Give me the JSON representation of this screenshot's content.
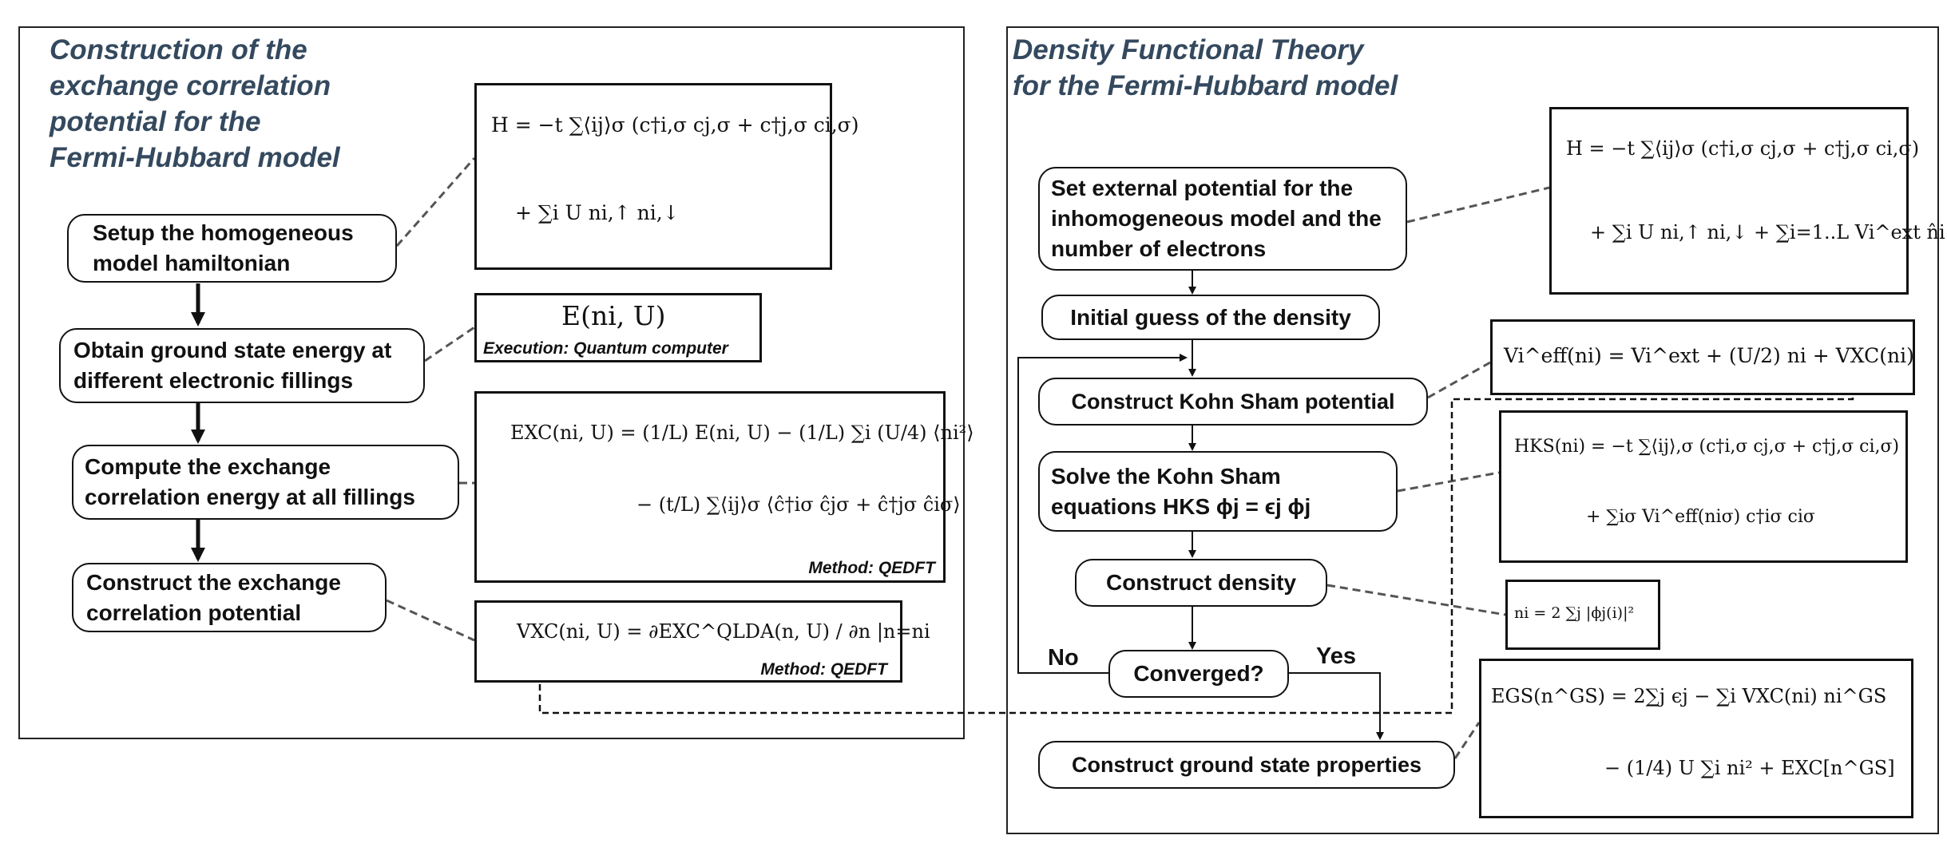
{
  "left": {
    "title": "Construction of the\nexchange correlation\npotential for the\nFermi-Hubbard model",
    "steps": {
      "setup": "Setup the homogeneous model hamiltonian",
      "ground": "Obtain ground state energy at different electronic fillings",
      "compute": "Compute the exchange correlation energy at all fillings",
      "construct": "Construct the exchange correlation potential"
    },
    "eq": {
      "h1": "H = −t ∑⟨ij⟩σ (c†i,σ cj,σ + c†j,σ ci,σ)",
      "h2": "+ ∑i U ni,↑ ni,↓",
      "energy": "E(ni, U)",
      "exc1": "EXC(ni, U) = (1/L) E(ni, U) − (1/L) ∑i (U/4) ⟨ni²⟩",
      "exc2": "− (t/L) ∑⟨ij⟩σ ⟨ĉ†iσ ĉjσ + ĉ†jσ ĉiσ⟩",
      "vxc": "VXC(ni, U) = ∂EXC^QLDA(n, U) / ∂n |n=ni"
    },
    "labels": {
      "execution": "Execution:  Quantum computer",
      "method1": "Method: QEDFT",
      "method2": "Method: QEDFT"
    }
  },
  "right": {
    "title": "Density Functional Theory\nfor the Fermi-Hubbard model",
    "steps": {
      "external": "Set external potential for the inhomogeneous model and the number of electrons",
      "guess": "Initial guess of the density",
      "ks_potential": "Construct Kohn Sham potential",
      "solve": "Solve the Kohn Sham equations  HKS ϕj  = ϵj ϕj",
      "density": "Construct density",
      "converged": "Converged?",
      "properties": "Construct ground state properties"
    },
    "branch": {
      "no": "No",
      "yes": "Yes"
    },
    "eq": {
      "h1": "H = −t ∑⟨ij⟩σ (c†i,σ cj,σ + c†j,σ ci,σ)",
      "h2": "+ ∑i U ni,↑ ni,↓ + ∑i=1..L Vi^ext n̂i",
      "veff": "Vi^eff(ni) =   Vi^ext + (U/2) ni + VXC(ni)",
      "hks1": "HKS(ni) = −t ∑⟨ij⟩,σ (c†i,σ cj,σ + c†j,σ ci,σ)",
      "hks2": "+ ∑iσ Vi^eff(niσ) c†iσ ciσ",
      "density": "ni = 2 ∑j |ϕj(i)|²",
      "egs1": "EGS(n^GS) = 2∑j ϵj − ∑i VXC(ni) ni^GS",
      "egs2": "− (1/4) U ∑i ni² + EXC[n^GS]"
    }
  }
}
